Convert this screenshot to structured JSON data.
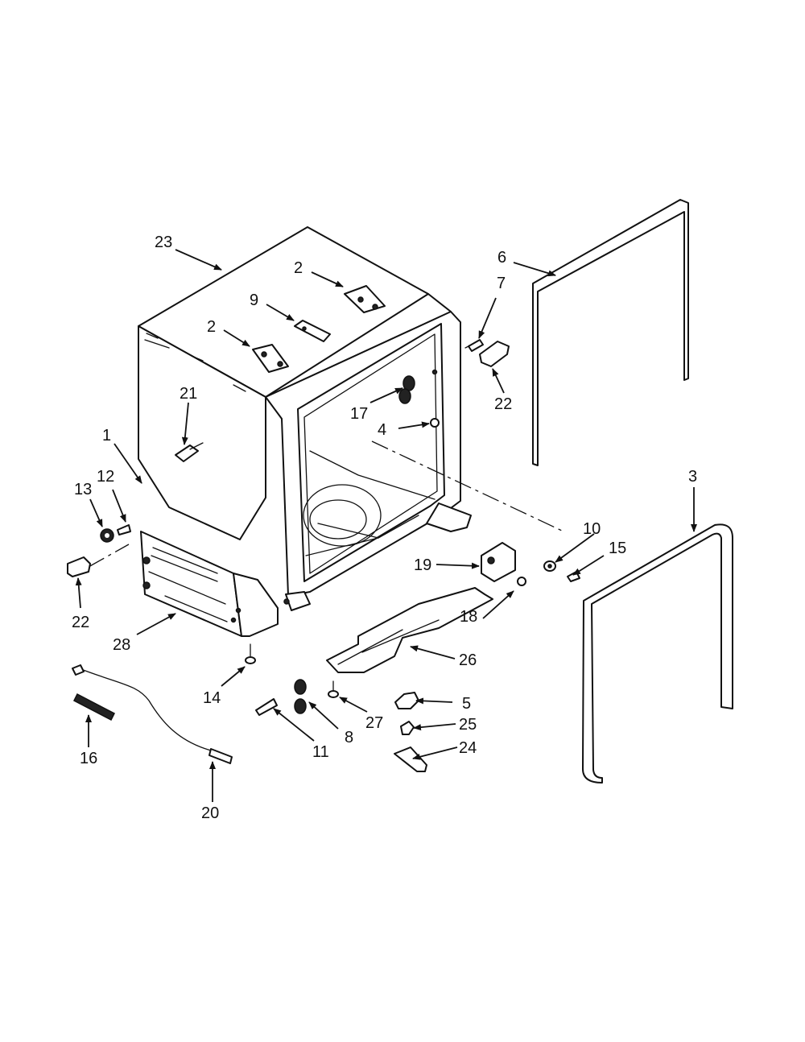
{
  "callouts": {
    "c23": "23",
    "c2a": "2",
    "c9": "9",
    "c2b": "2",
    "c21": "21",
    "c6": "6",
    "c7": "7",
    "c22a": "22",
    "c17": "17",
    "c4": "4",
    "c1": "1",
    "c12": "12",
    "c13": "13",
    "c22b": "22",
    "c28": "28",
    "c3": "3",
    "c10": "10",
    "c15": "15",
    "c19": "19",
    "c18": "18",
    "c26": "26",
    "c14": "14",
    "c5": "5",
    "c27": "27",
    "c25": "25",
    "c24": "24",
    "c8": "8",
    "c11": "11",
    "c16": "16",
    "c20": "20"
  }
}
